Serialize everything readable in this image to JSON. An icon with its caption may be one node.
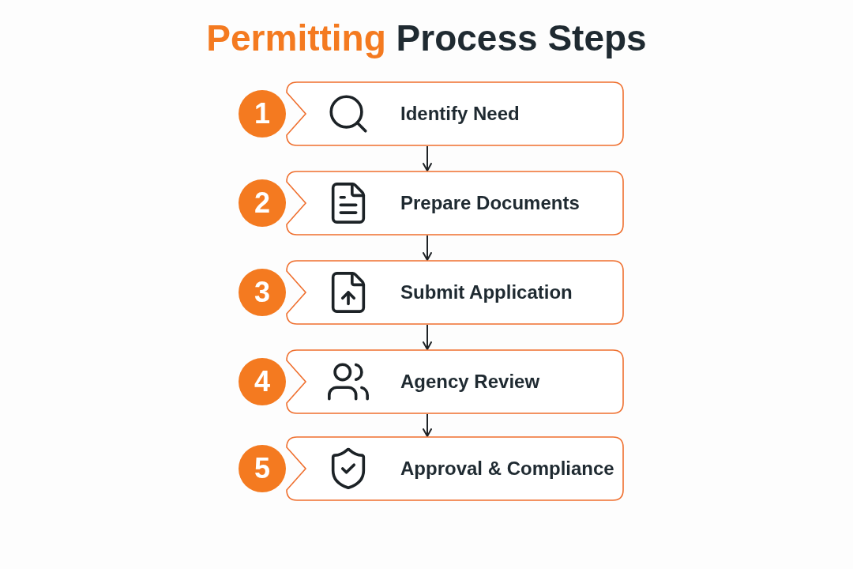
{
  "diagram": {
    "title": "Permitting Process Steps",
    "nodes": [
      {
        "text": [
          "1"
        ]
      },
      {
        "text": [
          "Identify Need"
        ]
      },
      {
        "text": [
          "2"
        ]
      },
      {
        "text": [
          "Prepare Documents"
        ]
      },
      {
        "text": [
          "3"
        ]
      },
      {
        "text": [
          "Submit Application"
        ]
      },
      {
        "text": [
          "4"
        ]
      },
      {
        "text": [
          "Agency Review"
        ]
      },
      {
        "text": [
          "5"
        ]
      },
      {
        "text": [
          "Approval & Compliance"
        ]
      }
    ],
    "edges": [
      {
        "from": 1,
        "to": 3,
        "arrow": "to"
      },
      {
        "from": 3,
        "to": 5,
        "arrow": "to"
      },
      {
        "from": 5,
        "to": 7,
        "arrow": "to"
      },
      {
        "from": 7,
        "to": 9,
        "arrow": "to"
      }
    ]
  }
}
